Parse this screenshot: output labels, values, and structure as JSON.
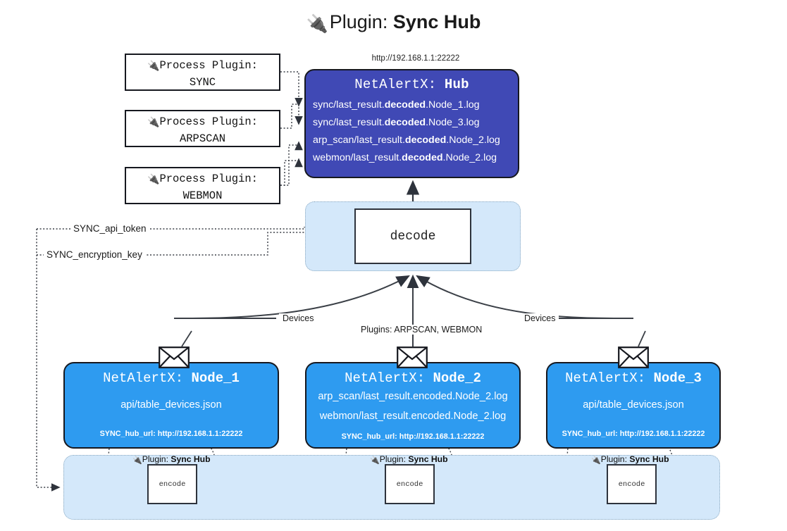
{
  "title": {
    "icon": "plug-icon",
    "prefix": "Plugin: ",
    "name": "Sync Hub"
  },
  "hub": {
    "url": "http://192.168.1.1:22222",
    "title_prefix": "NetAlertX: ",
    "title_name": "Hub",
    "lines": [
      {
        "pre": "sync/last_result.",
        "bold": "decoded",
        "post": ".Node_1.log"
      },
      {
        "pre": "sync/last_result.",
        "bold": "decoded",
        "post": ".Node_3.log"
      },
      {
        "pre": "arp_scan/last_result.",
        "bold": "decoded",
        "post": ".Node_2.log"
      },
      {
        "pre": "webmon/last_result.",
        "bold": "decoded",
        "post": ".Node_2.log"
      }
    ]
  },
  "process_plugins": [
    {
      "icon": "plug-icon",
      "label": "Process Plugin:",
      "name": "SYNC"
    },
    {
      "icon": "plug-icon",
      "label": "Process Plugin:",
      "name": "ARPSCAN"
    },
    {
      "icon": "plug-icon",
      "label": "Process Plugin:",
      "name": "WEBMON"
    }
  ],
  "decode": {
    "label": "decode"
  },
  "secrets": [
    {
      "label": "SYNC_api_token"
    },
    {
      "label": "SYNC_encryption_key"
    }
  ],
  "edge_labels": {
    "devices_left": "Devices",
    "devices_right": "Devices",
    "plugins": "Plugins: ARPSCAN, WEBMON"
  },
  "nodes": [
    {
      "title_prefix": "NetAlertX: ",
      "title_name": "Node_1",
      "lines": [
        "api/table_devices.json"
      ],
      "footer": "SYNC_hub_url: http://192.168.1.1:22222",
      "icon": "envelope-icon"
    },
    {
      "title_prefix": "NetAlertX: ",
      "title_name": "Node_2",
      "lines": [
        "arp_scan/last_result.encoded.Node_2.log",
        "webmon/last_result.encoded.Node_2.log"
      ],
      "footer": "SYNC_hub_url: http://192.168.1.1:22222",
      "icon": "envelope-icon"
    },
    {
      "title_prefix": "NetAlertX: ",
      "title_name": "Node_3",
      "lines": [
        "api/table_devices.json"
      ],
      "footer": "SYNC_hub_url: http://192.168.1.1:22222",
      "icon": "envelope-icon"
    }
  ],
  "encoders": [
    {
      "icon": "plug-icon",
      "caption_prefix": "Plugin: ",
      "caption_name": "Sync Hub",
      "label": "encode"
    },
    {
      "icon": "plug-icon",
      "caption_prefix": "Plugin: ",
      "caption_name": "Sync Hub",
      "label": "encode"
    },
    {
      "icon": "plug-icon",
      "caption_prefix": "Plugin: ",
      "caption_name": "Sync Hub",
      "label": "encode"
    }
  ],
  "colors": {
    "hub": "#4049b5",
    "node": "#2e9bf0",
    "group": "#d4e8fa",
    "stroke": "#16181f"
  }
}
